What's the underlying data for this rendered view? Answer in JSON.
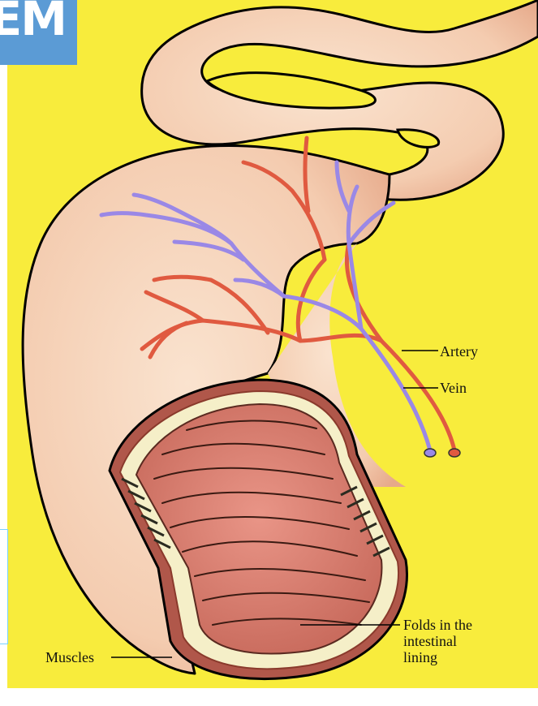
{
  "badge_text": "EM",
  "labels": {
    "artery": "Artery",
    "vein": "Vein",
    "folds_line1": "Folds in the",
    "folds_line2": "intestinal",
    "folds_line3": "lining",
    "muscles": "Muscles"
  },
  "colors": {
    "background": "#f8ec3c",
    "intestine": "#f6d2b8",
    "artery": "#e05a40",
    "vein": "#9a88e6",
    "lining": "#e08a7c",
    "wall_cream": "#f5efc8"
  }
}
